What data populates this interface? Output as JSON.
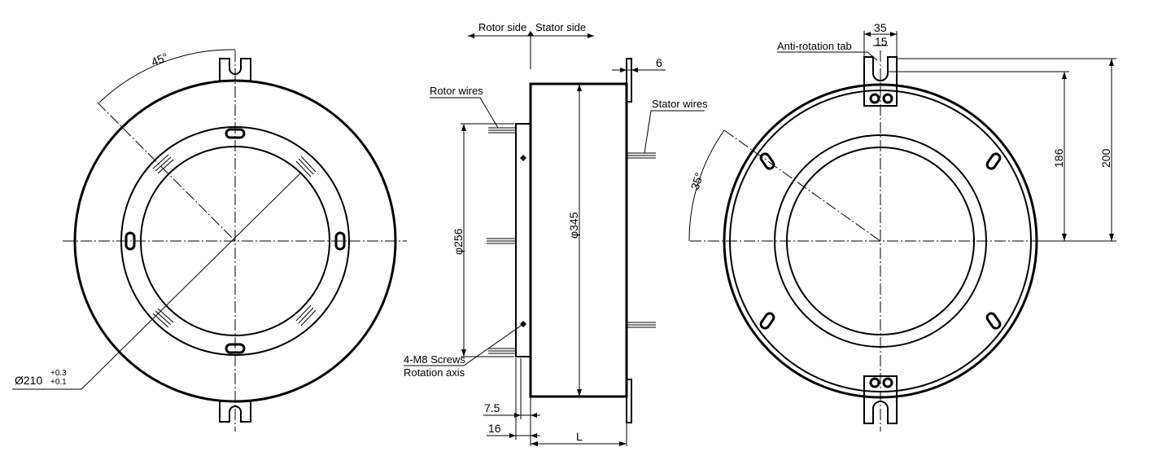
{
  "labels": {
    "rotor_side": "Rotor side",
    "stator_side": "Stator side",
    "rotor_wires": "Rotor wires",
    "stator_wires": "Stator wires",
    "screws": "4-M8 Screws",
    "rotation_axis": "Rotation axis",
    "anti_rotation_tab": "Anti-rotation tab"
  },
  "dimensions": {
    "angle_left": "45°",
    "bore_main": "Ø210",
    "bore_tol_upper": "+0.3",
    "bore_tol_lower": "+0.1",
    "dia_256": "φ256",
    "dia_345": "φ345",
    "tab_thickness": "6",
    "offset_7_5": "7.5",
    "offset_16": "16",
    "length": "L",
    "tab_width": "35",
    "tab_slot": "15",
    "angle_right": "35°",
    "height_186": "186",
    "height_200": "200"
  }
}
